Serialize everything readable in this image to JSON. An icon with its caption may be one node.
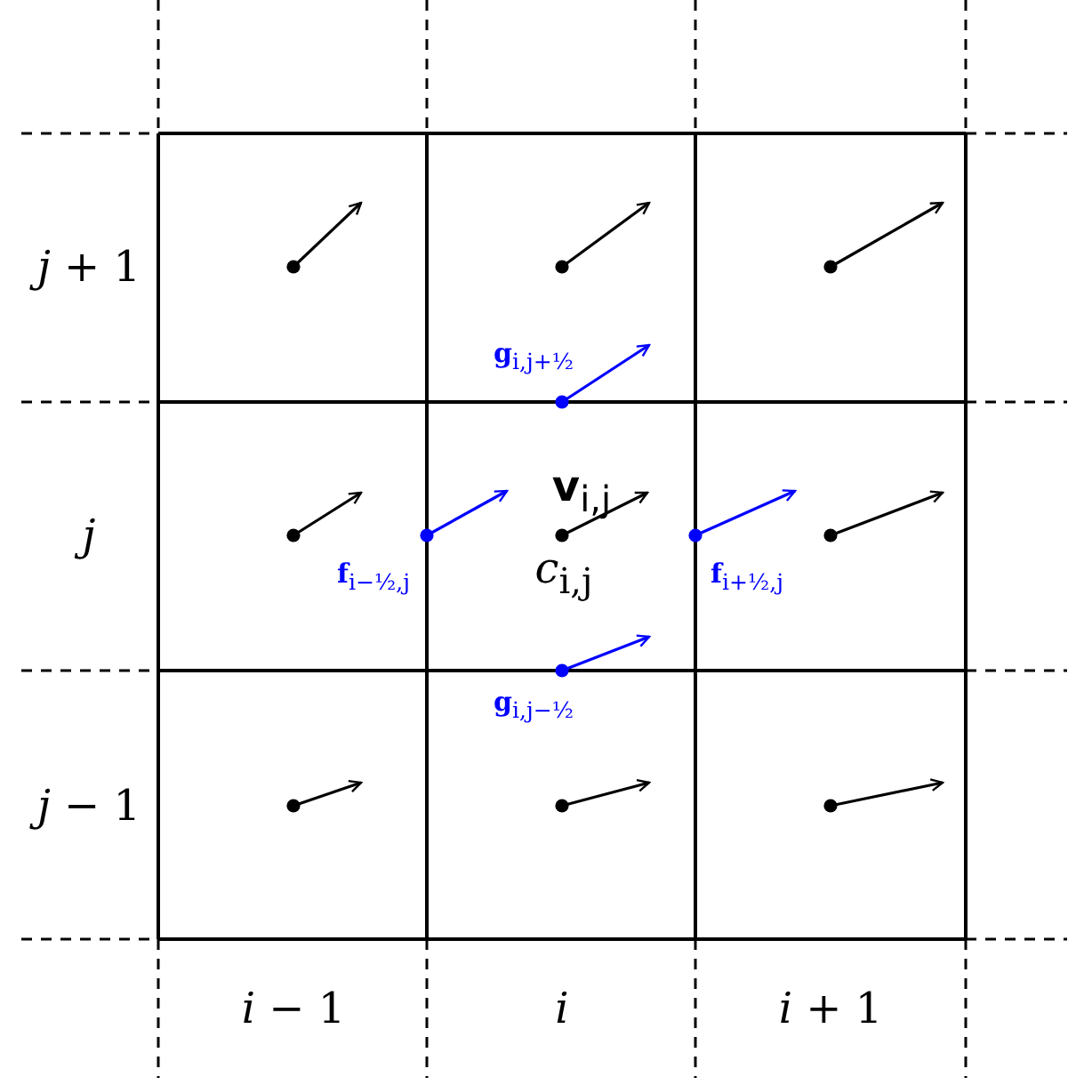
{
  "diagram": {
    "labels": [
      "*j* + 1",
      "**g**$_{i,j+½}$",
      "**v**$_{i,j}$",
      "*j*",
      "**f**$_{i−½,j}$",
      "*c*$_{i,j}$",
      "**f**$_{i+½,j}$",
      "**g**$_{i,j−½}$",
      "*j* − 1",
      "*i* − 1",
      "*i*",
      "*i* + 1"
    ]
  }
}
